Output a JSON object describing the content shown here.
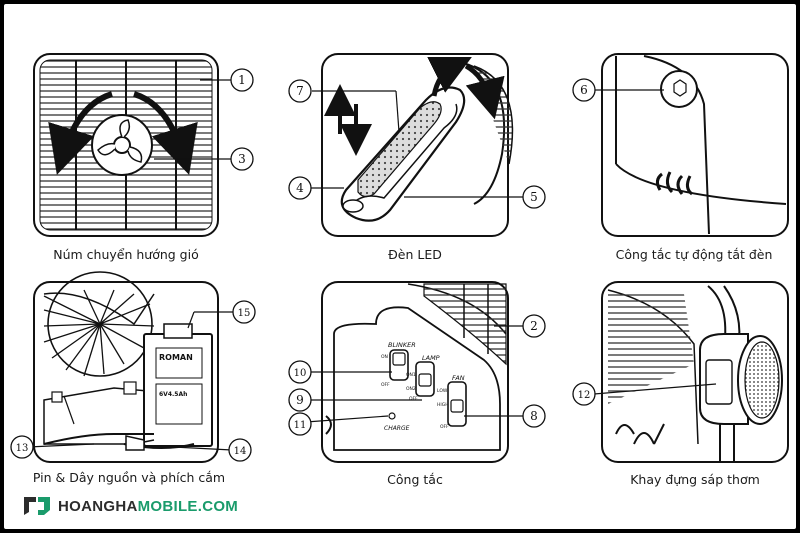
{
  "captions": {
    "panel1": "Núm chuyển hướng gió",
    "panel2": "Đèn LED",
    "panel3": "Công tắc tự động tắt đèn",
    "panel4": "Pin & Dây nguồn và phích cắm",
    "panel5": "Công tắc",
    "panel6": "Khay đựng sáp thơm"
  },
  "callouts": {
    "n1": "1",
    "n2": "2",
    "n3": "3",
    "n4": "4",
    "n5": "5",
    "n6": "6",
    "n7": "7",
    "n8": "8",
    "n9": "9",
    "n10": "10",
    "n11": "11",
    "n12": "12",
    "n13": "13",
    "n14": "14",
    "n15": "15"
  },
  "switch_labels": {
    "blinker": "BLINKER",
    "lamp": "LAMP",
    "fan": "FAN",
    "on": "ON",
    "off": "OFF",
    "on1": "ON1",
    "on2": "ON2",
    "low": "LOW",
    "high": "HIGH",
    "charge": "CHARGE"
  },
  "battery": {
    "brand": "ROMAN",
    "spec": "6V4.5Ah"
  },
  "brand": {
    "name_gray": "HOANGHA",
    "name_color": "MOBILE.COM",
    "color": "#1a9b6b"
  }
}
